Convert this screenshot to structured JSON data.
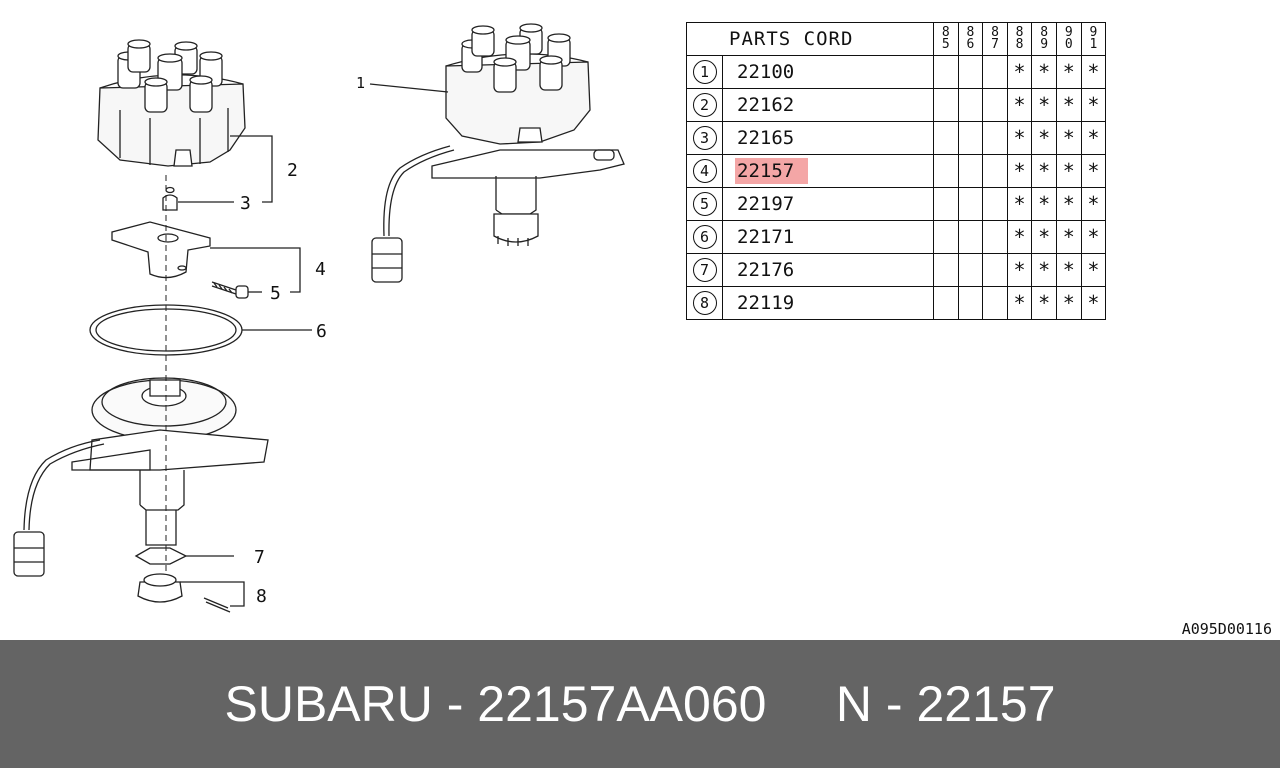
{
  "diagram": {
    "callouts": [
      "1",
      "2",
      "3",
      "4",
      "5",
      "6",
      "7",
      "8"
    ]
  },
  "table": {
    "title": "PARTS CORD",
    "years": [
      [
        "8",
        "5"
      ],
      [
        "8",
        "6"
      ],
      [
        "8",
        "7"
      ],
      [
        "8",
        "8"
      ],
      [
        "8",
        "9"
      ],
      [
        "9",
        "0"
      ],
      [
        "9",
        "1"
      ]
    ],
    "rows": [
      {
        "no": "1",
        "code": "22100",
        "marks": [
          "",
          "",
          "",
          "*",
          "*",
          "*",
          "*"
        ]
      },
      {
        "no": "2",
        "code": "22162",
        "marks": [
          "",
          "",
          "",
          "*",
          "*",
          "*",
          "*"
        ]
      },
      {
        "no": "3",
        "code": "22165",
        "marks": [
          "",
          "",
          "",
          "*",
          "*",
          "*",
          "*"
        ]
      },
      {
        "no": "4",
        "code": "22157",
        "marks": [
          "",
          "",
          "",
          "*",
          "*",
          "*",
          "*"
        ]
      },
      {
        "no": "5",
        "code": "22197",
        "marks": [
          "",
          "",
          "",
          "*",
          "*",
          "*",
          "*"
        ]
      },
      {
        "no": "6",
        "code": "22171",
        "marks": [
          "",
          "",
          "",
          "*",
          "*",
          "*",
          "*"
        ]
      },
      {
        "no": "7",
        "code": "22176",
        "marks": [
          "",
          "",
          "",
          "*",
          "*",
          "*",
          "*"
        ]
      },
      {
        "no": "8",
        "code": "22119",
        "marks": [
          "",
          "",
          "",
          "*",
          "*",
          "*",
          "*"
        ]
      }
    ],
    "highlight_color": "#f4a6a6"
  },
  "ref_code": "A095D00116",
  "footer": {
    "brand_part": "SUBARU - 22157AA060",
    "sep": "     ",
    "ref": "N - 22157"
  }
}
